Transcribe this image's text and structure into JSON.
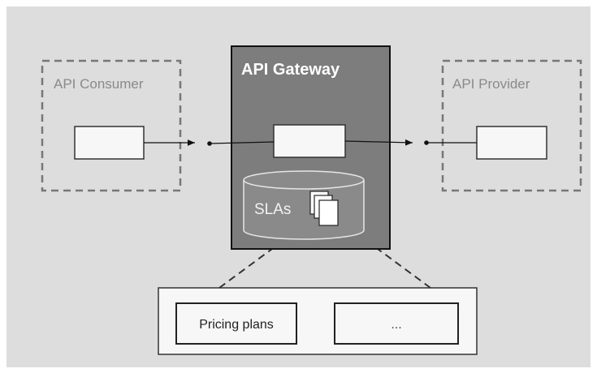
{
  "diagram": {
    "consumer": {
      "label": "API Consumer"
    },
    "gateway": {
      "label": "API Gateway"
    },
    "provider": {
      "label": "API Provider"
    },
    "sla_store": {
      "label": "SLAs"
    },
    "plans": {
      "items": [
        {
          "label": "Pricing plans"
        },
        {
          "label": "..."
        }
      ]
    }
  },
  "colors": {
    "canvas_bg": "#dddddd",
    "gateway_fill": "#7d7d7d",
    "dashed_border": "#777777",
    "consumer_label": "#8a8a8a",
    "gateway_label": "#ffffff",
    "sla_label": "#f2f2f2",
    "box_fill": "#f7f7f7",
    "text_dark": "#222222"
  }
}
